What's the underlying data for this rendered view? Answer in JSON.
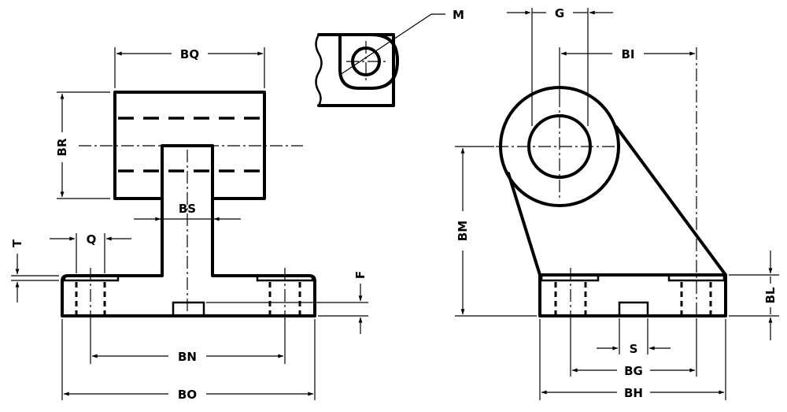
{
  "labels": {
    "BQ": "BQ",
    "BR": "BR",
    "BS": "BS",
    "T": "T",
    "Q": "Q",
    "F": "F",
    "BN": "BN",
    "BO": "BO",
    "M": "M",
    "G": "G",
    "BI": "BI",
    "BM": "BM",
    "BL": "BL",
    "S": "S",
    "BG": "BG",
    "BH": "BH"
  }
}
